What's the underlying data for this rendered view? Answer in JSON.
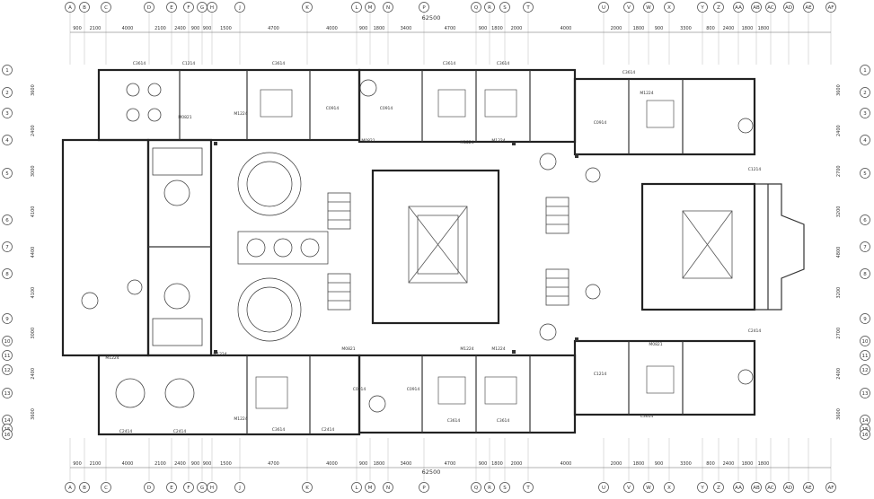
{
  "plan": {
    "total_dim_top": "62500",
    "total_dim_bottom": "62500",
    "col_labels": [
      "A",
      "B",
      "C",
      "D",
      "E",
      "F",
      "G",
      "H",
      "J",
      "K",
      "L",
      "M",
      "N",
      "P",
      "Q",
      "R",
      "S",
      "T",
      "U",
      "V",
      "W",
      "X",
      "Y",
      "Z",
      "AA",
      "AB",
      "AC",
      "AD",
      "AE",
      "AF"
    ],
    "col_dims": [
      "900",
      "2100",
      "4000",
      "2100",
      "2400",
      "900",
      "900",
      "1500",
      "4700",
      "4000",
      "900",
      "1800",
      "3400",
      "4700",
      "900",
      "1800",
      "2000",
      "4000",
      "2000",
      "1800",
      "900",
      "3300",
      "800",
      "2400",
      "1800",
      "1800"
    ],
    "row_labels": [
      "1",
      "2",
      "3",
      "4",
      "5",
      "6",
      "7",
      "8",
      "9",
      "10",
      "11",
      "12",
      "13",
      "14",
      "15",
      "16"
    ],
    "row_dims_left": [
      "3600",
      "2400",
      "3000",
      "4100",
      "4400",
      "4100",
      "3000",
      "2400",
      "3600"
    ],
    "row_dims_right": [
      "3600",
      "2400",
      "2700",
      "3200",
      "4800",
      "3200",
      "2700",
      "2400",
      "3600"
    ],
    "windows": [
      "C3614",
      "C1214",
      "C3614",
      "C3614",
      "C3614",
      "C3614",
      "C2414",
      "C2414",
      "C3614",
      "C2414",
      "C3614",
      "C3614",
      "C3614",
      "C0914",
      "C0914",
      "C0914",
      "C0914",
      "C0914",
      "C1214",
      "C1214",
      "C2414"
    ],
    "doors": [
      "M1224",
      "M0821",
      "M0821",
      "M0821",
      "M1224",
      "M1224",
      "M1224",
      "M1224",
      "M1224",
      "M1224",
      "M1224",
      "M0821",
      "M1224"
    ]
  }
}
